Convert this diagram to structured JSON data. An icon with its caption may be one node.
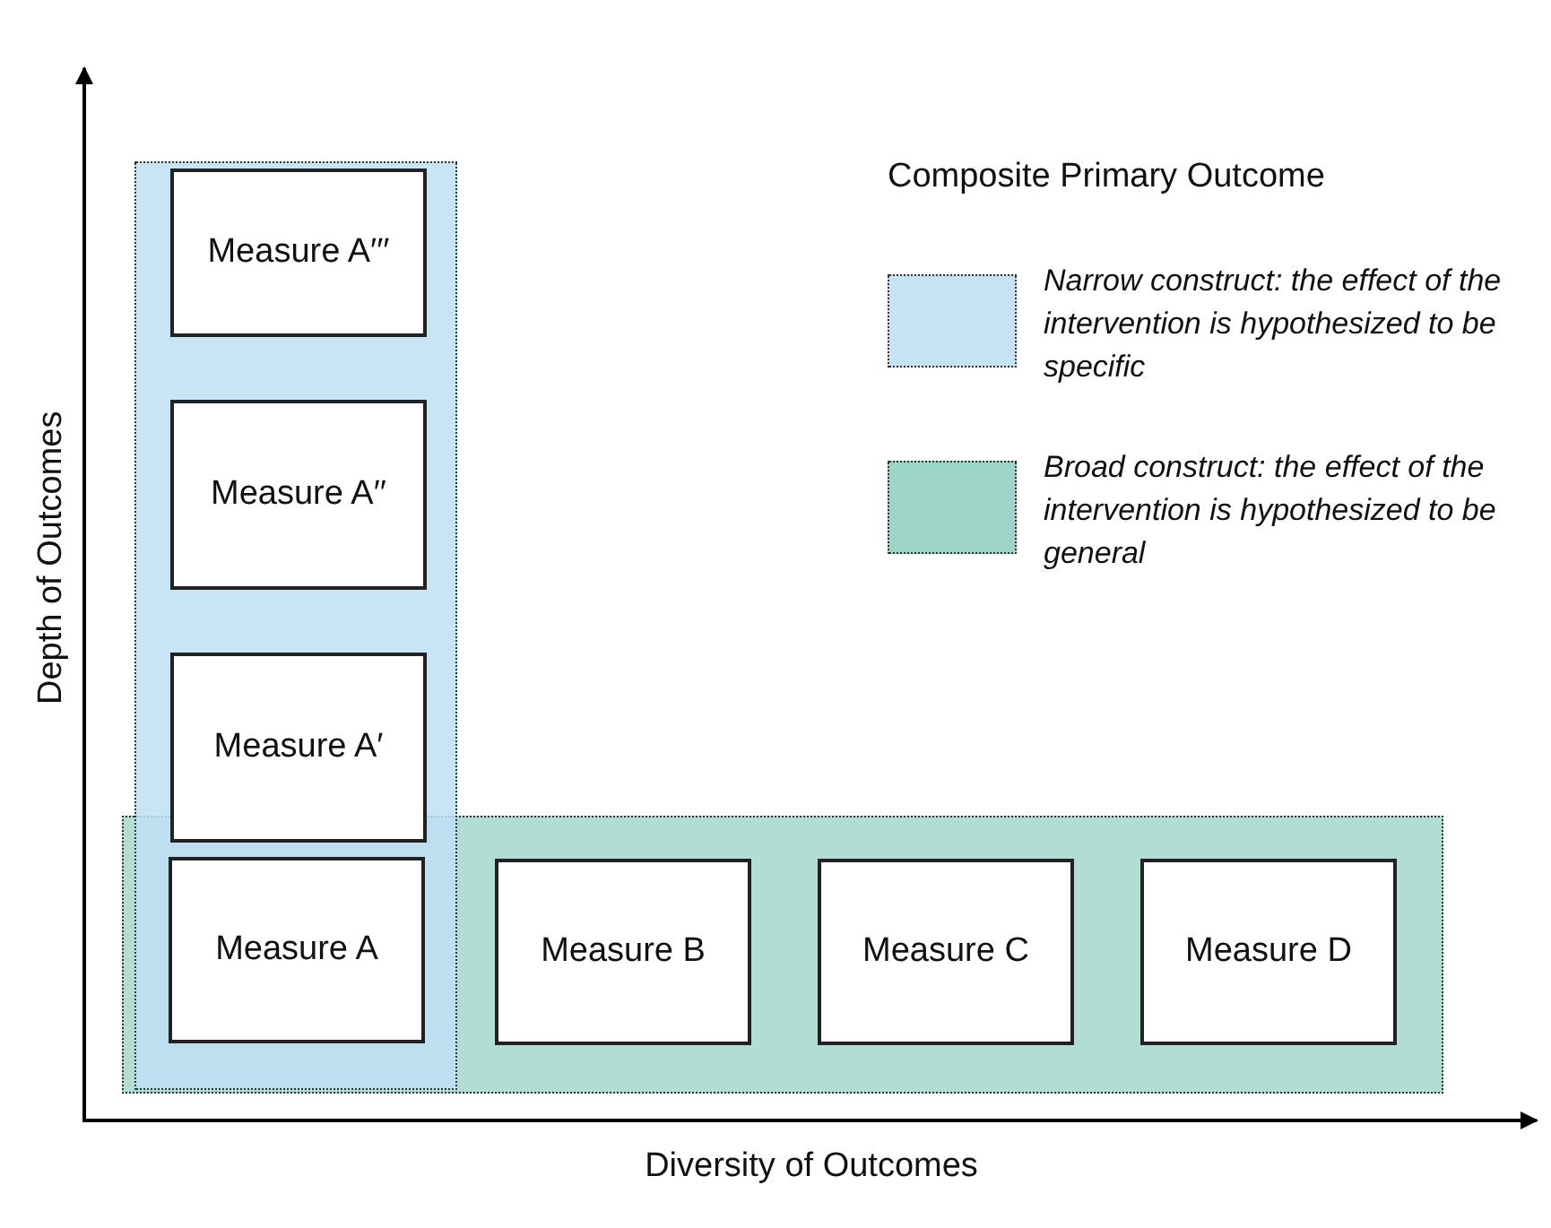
{
  "diagram": {
    "nodes": [
      {
        "text": [],
        "shape": "box"
      },
      {
        "text": [
          "Measure A′′′"
        ],
        "in": 0
      },
      {
        "text": [
          "Measure A′′"
        ],
        "in": 0
      },
      {
        "text": [
          "Measure A′"
        ],
        "in": 0
      },
      {
        "text": [],
        "shape": "box"
      },
      {
        "text": [
          "Measure A"
        ]
      },
      {
        "text": [
          "Measure B"
        ],
        "in": 4
      },
      {
        "text": [
          "Measure C"
        ],
        "in": 4
      },
      {
        "text": [
          "Measure D"
        ],
        "in": 4
      }
    ],
    "edges": [],
    "labels": [
      "Composite Primary Outcome",
      "Depth of Outcomes",
      "Diversity of Outcomes"
    ],
    "legend": [
      {
        "text": "Narrow construct: the effect of the intervention is hypothesized to be specific",
        "color": "#c5e3f4"
      },
      {
        "text": "Broad construct: the effect of the intervention is hypothesized to be general",
        "color": "#9dd5c9"
      }
    ]
  }
}
